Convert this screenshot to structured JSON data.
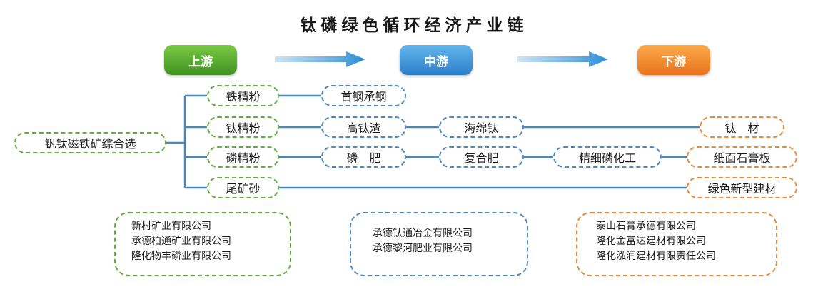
{
  "title": "钛磷绿色循环经济产业链",
  "stages": {
    "upstream": "上游",
    "midstream": "中游",
    "downstream": "下游"
  },
  "nodes": {
    "source": "钒钛磁铁矿综合选",
    "iron_concentrate": "铁精粉",
    "titanium_concentrate": "钛精粉",
    "phosphorus_concentrate": "磷精粉",
    "tailings": "尾矿砂",
    "shougang": "首钢承钢",
    "high_ti_slag": "高钛渣",
    "phosphate_fertilizer": "磷　肥",
    "sponge_titanium": "海绵钛",
    "compound_fertilizer": "复合肥",
    "fine_phosphorus_chem": "精细磷化工",
    "titanium_material": "钛　材",
    "gypsum_board": "纸面石膏板",
    "green_building_material": "绿色新型建材"
  },
  "companies": {
    "upstream": [
      "新村矿业有限公司",
      "承德柏通矿业有限公司",
      "隆化物丰磷业有限公司"
    ],
    "midstream": [
      "承德钛通冶金有限公司",
      "承德黎河肥业有限公司"
    ],
    "downstream": [
      "泰山石膏承德有限公司",
      "隆化金富达建材有限公司",
      "隆化泓润建材有限责任公司"
    ]
  },
  "colors": {
    "green": "#5fae3c",
    "blue": "#4b89c2",
    "orange": "#e88c3a",
    "line": "#4a87bf"
  }
}
